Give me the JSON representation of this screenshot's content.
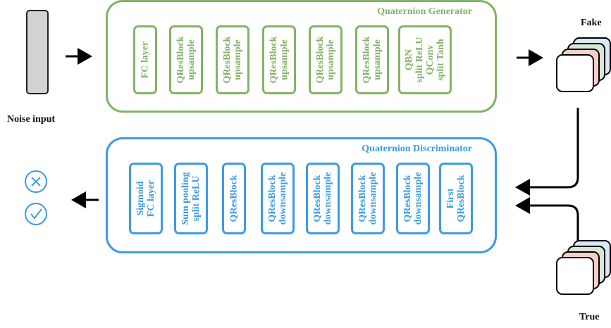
{
  "noise": {
    "label": "Noise input"
  },
  "generator": {
    "title": "Quaternion Generator",
    "blocks": [
      {
        "lines": [
          "FC layer"
        ]
      },
      {
        "lines": [
          "QResBlock",
          "upsample"
        ]
      },
      {
        "lines": [
          "QResBlock",
          "upsample"
        ]
      },
      {
        "lines": [
          "QResBlock",
          "upsample"
        ]
      },
      {
        "lines": [
          "QResBlock",
          "upsample"
        ]
      },
      {
        "lines": [
          "QResBlock",
          "upsample"
        ]
      },
      {
        "lines": [
          "QBN",
          "split ReLU",
          "QConv",
          "split Tanh"
        ]
      }
    ]
  },
  "discriminator": {
    "title": "Quaternion Discriminator",
    "blocks": [
      {
        "lines": [
          "Sigmoid",
          "FC layer"
        ]
      },
      {
        "lines": [
          "Sum pooling",
          "split ReLU"
        ]
      },
      {
        "lines": [
          "QResBlock"
        ]
      },
      {
        "lines": [
          "QResBlock",
          "downsample"
        ]
      },
      {
        "lines": [
          "QResBlock",
          "downsample"
        ]
      },
      {
        "lines": [
          "QResBlock",
          "downsample"
        ]
      },
      {
        "lines": [
          "QResBlock",
          "downsample"
        ]
      },
      {
        "lines": [
          "First",
          "QResBlock"
        ]
      }
    ]
  },
  "fake": {
    "label": "Fake"
  },
  "true": {
    "label": "True"
  },
  "outputs": {
    "reject_icon": "x-circle-icon",
    "accept_icon": "check-circle-icon"
  },
  "colors": {
    "generator": "#82b366",
    "discriminator": "#3c9be8",
    "stack": [
      "#dae8fc",
      "#d5e8d4",
      "#f8cecc",
      "#ffffff"
    ]
  }
}
